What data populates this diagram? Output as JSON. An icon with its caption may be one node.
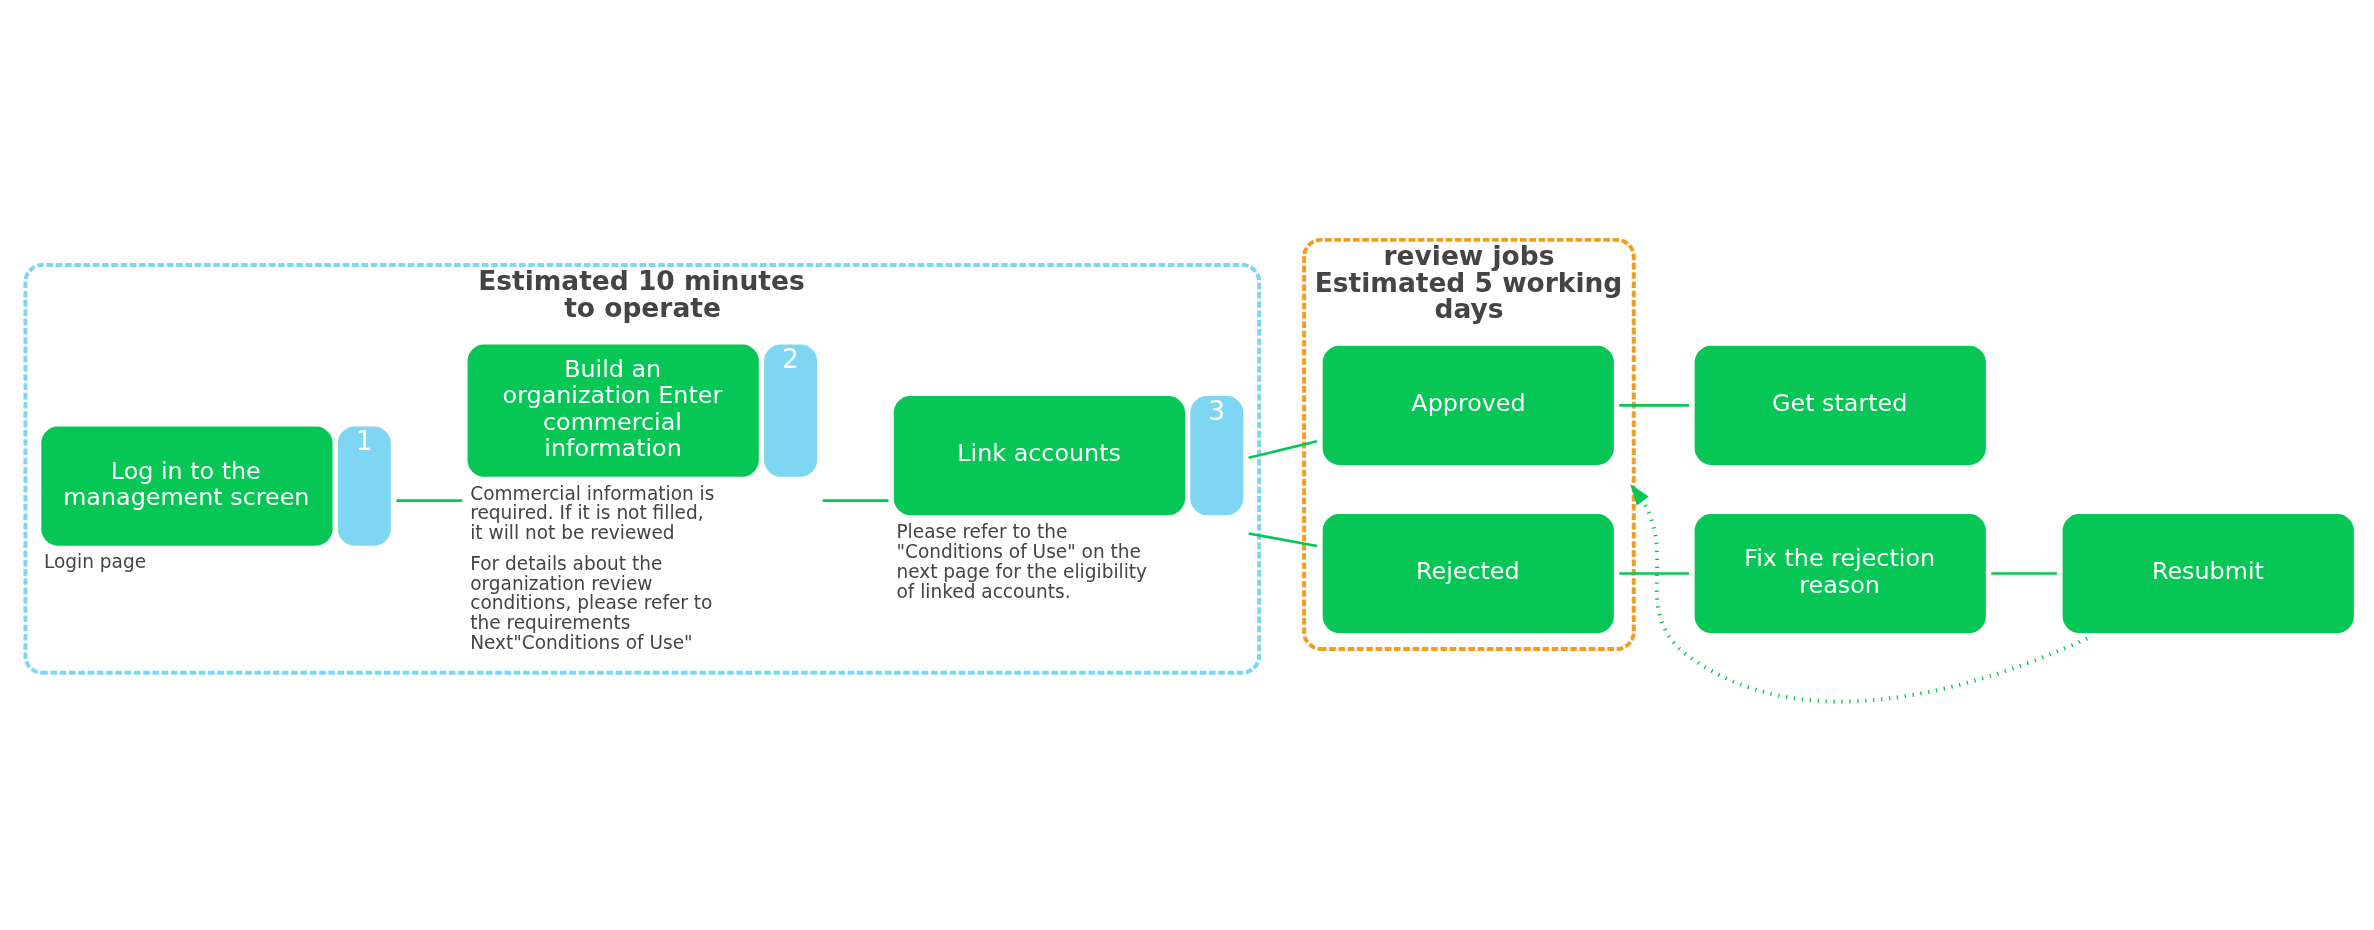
{
  "diagram": {
    "nodes": [
      {
        "text": [
          "Estimated 10 minutes to operate"
        ]
      },
      {
        "text": [
          "Log in to the management screen",
          "1"
        ],
        "in": 0,
        "beside": [
          "Login page"
        ]
      },
      {
        "text": [
          "Build an organization Enter commercial information",
          "2"
        ],
        "in": 0,
        "beside": [
          "Commercial information is required. If it is not filled, it will not be reviewed",
          "For details about the organization review conditions, please refer to the requirements Next\"Conditions of Use\""
        ]
      },
      {
        "text": [
          "Link accounts",
          "3"
        ],
        "in": 0,
        "beside": [
          "Please refer to the \"Conditions of Use\" on the next page for the eligibility of linked accounts."
        ]
      },
      {
        "text": [
          "review jobs Estimated 5 working days"
        ]
      },
      {
        "text": [
          "Approved"
        ],
        "in": 4
      },
      {
        "text": [
          "Rejected"
        ],
        "in": 4
      },
      {
        "text": [
          "Get started"
        ]
      },
      {
        "text": [
          "Fix the rejection reason"
        ]
      },
      {
        "text": [
          "Resubmit"
        ]
      }
    ],
    "edges": [
      {
        "from": 1,
        "to": 2,
        "arrow": "none"
      },
      {
        "from": 2,
        "to": 3,
        "arrow": "none"
      },
      {
        "from": 3,
        "to": 5,
        "arrow": "none"
      },
      {
        "from": 3,
        "to": 6,
        "arrow": "none"
      },
      {
        "from": 5,
        "to": 7,
        "arrow": "none"
      },
      {
        "from": 6,
        "to": 8,
        "arrow": "none"
      },
      {
        "from": 8,
        "to": 9,
        "arrow": "none"
      },
      {
        "from": 9,
        "to": 4,
        "arrow": "to",
        "style": "dashed"
      }
    ]
  }
}
